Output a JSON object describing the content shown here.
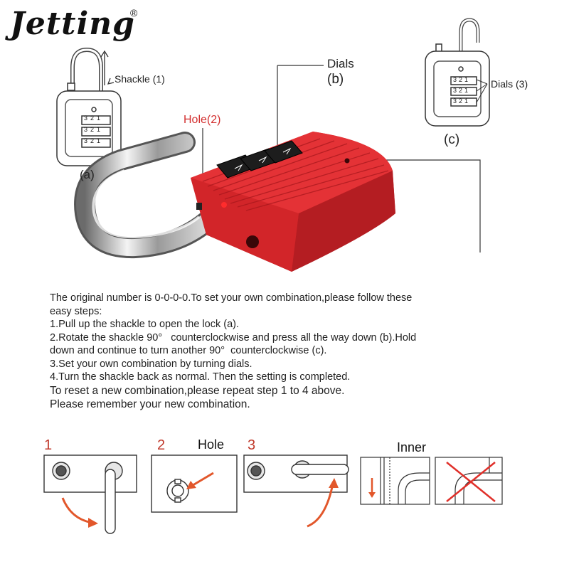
{
  "brand": {
    "name": "Jetting",
    "registered": "®"
  },
  "labels": {
    "shackle": "Shackle (1)",
    "shackle_letter": "(a)",
    "hole": "Hole(2)",
    "dials_title": "Dials",
    "dials_letter": "(b)",
    "dials3": "Dials (3)",
    "dials3_letter": "(c)"
  },
  "dial_digits": [
    "3",
    "2",
    "1"
  ],
  "instructions": {
    "lines": [
      "The original number is 0-0-0-0.To set your own combination,please follow these",
      "easy steps:",
      "1.Pull up the shackle to open the lock (a).",
      "2.Rotate the shackle 90°   counterclockwise and press all the way down (b).Hold",
      "down and continue to turn another 90°  counterclockwise (c).",
      "3.Set your own combination by turning dials.",
      "4.Turn the shackle back as normal. Then the setting is completed.",
      "To reset a new combination,please repeat step 1 to 4 above.",
      "Please remember your new combination."
    ]
  },
  "steps": [
    {
      "number": "1"
    },
    {
      "number": "2",
      "label": "Hole"
    },
    {
      "number": "3"
    },
    {
      "label": "Inner"
    }
  ],
  "colors": {
    "lock_body": "#d8262a",
    "step_number": "#c0392b",
    "arrow": "#e2572b",
    "cross": "#e0302a"
  }
}
